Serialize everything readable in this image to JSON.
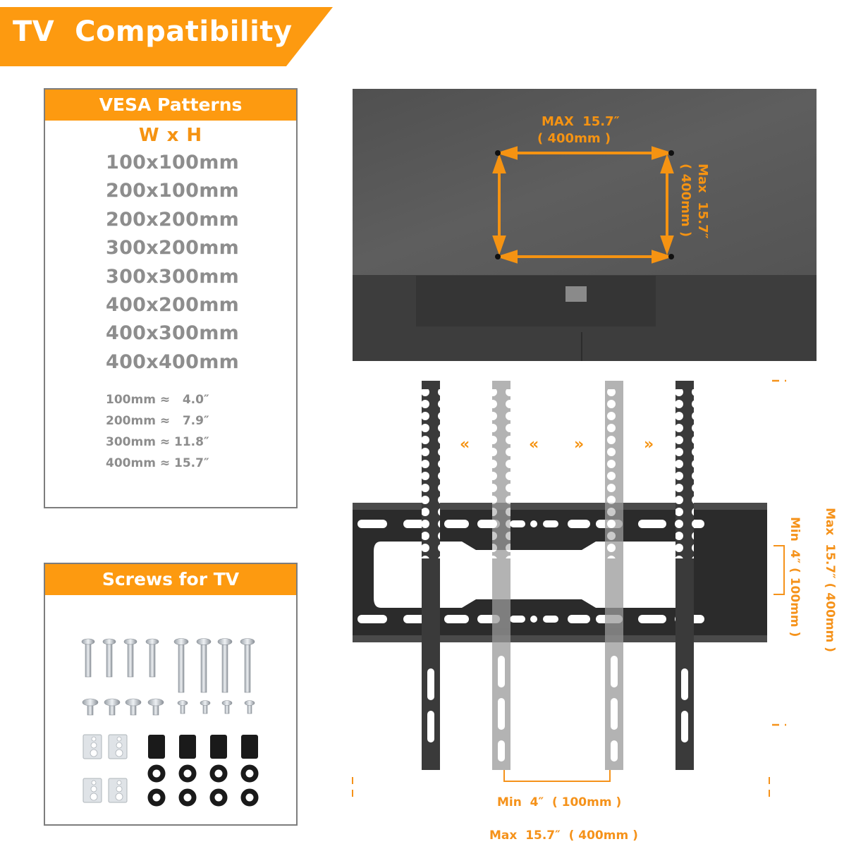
{
  "header": {
    "title": "TV  Compatibility"
  },
  "vesa_panel": {
    "title": "VESA Patterns",
    "subtitle": "W x H",
    "patterns": [
      "100x100mm",
      "200x100mm",
      "200x200mm",
      "300x200mm",
      "300x300mm",
      "400x200mm",
      "400x300mm",
      "400x400mm"
    ],
    "conversions": [
      "100mm ≈   4.0″",
      "200mm ≈   7.9″",
      "300mm ≈ 11.8″",
      "400mm ≈ 15.7″"
    ]
  },
  "screws_panel": {
    "title": "Screws for TV",
    "items": {
      "long_screws": 8,
      "short_screws": 8,
      "washer_plates": 4,
      "spacers": 4,
      "rubber_washers": 8
    }
  },
  "tv_diagram": {
    "horizontal_label_line1": "MAX  15.7″",
    "horizontal_label_line2": "( 400mm )",
    "vertical_label": "Max  15.7″\n( 400mm )"
  },
  "bracket_diagram": {
    "adjust_arrows": [
      "«",
      "«",
      "»",
      "»"
    ],
    "right_min_label": "Min  4″ ( 100mm )",
    "right_max_label": "Max  15.7″ ( 400mm )",
    "bottom_min_label": "Min  4″  ( 100mm )",
    "bottom_max_label": "Max  15.7″  ( 400mm )"
  },
  "colors": {
    "accent": "#fd9a10",
    "text_gray": "#8d8d8d",
    "border_gray": "#7d7d7d",
    "tv_back": "#555555",
    "bracket_dark": "#3a3a3a",
    "bracket_light": "#9a9a9a"
  }
}
